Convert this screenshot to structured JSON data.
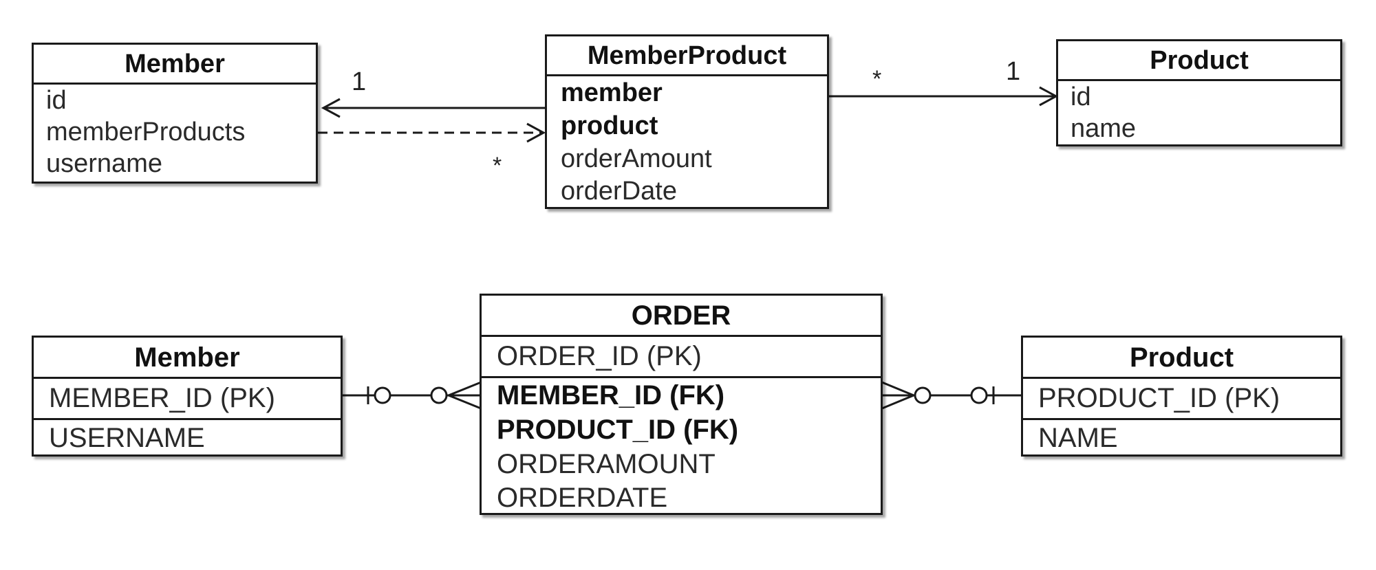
{
  "uml": {
    "member": {
      "title": "Member",
      "fields": [
        "id",
        "memberProducts",
        "username"
      ]
    },
    "member_product": {
      "title": "MemberProduct",
      "fields": [
        "member",
        "product",
        "orderAmount",
        "orderDate"
      ]
    },
    "product": {
      "title": "Product",
      "fields": [
        "id",
        "name"
      ]
    },
    "labels": {
      "member_one": "1",
      "member_many": "*",
      "product_many": "*",
      "product_one": "1"
    }
  },
  "erd": {
    "member": {
      "title": "Member",
      "pk": "MEMBER_ID (PK)",
      "cols": [
        "USERNAME"
      ]
    },
    "order": {
      "title": "ORDER",
      "pk": "ORDER_ID (PK)",
      "fks": [
        "MEMBER_ID (FK)",
        "PRODUCT_ID (FK)"
      ],
      "cols": [
        "ORDERAMOUNT",
        "ORDERDATE"
      ]
    },
    "product": {
      "title": "Product",
      "pk": "PRODUCT_ID (PK)",
      "cols": [
        "NAME"
      ]
    }
  }
}
